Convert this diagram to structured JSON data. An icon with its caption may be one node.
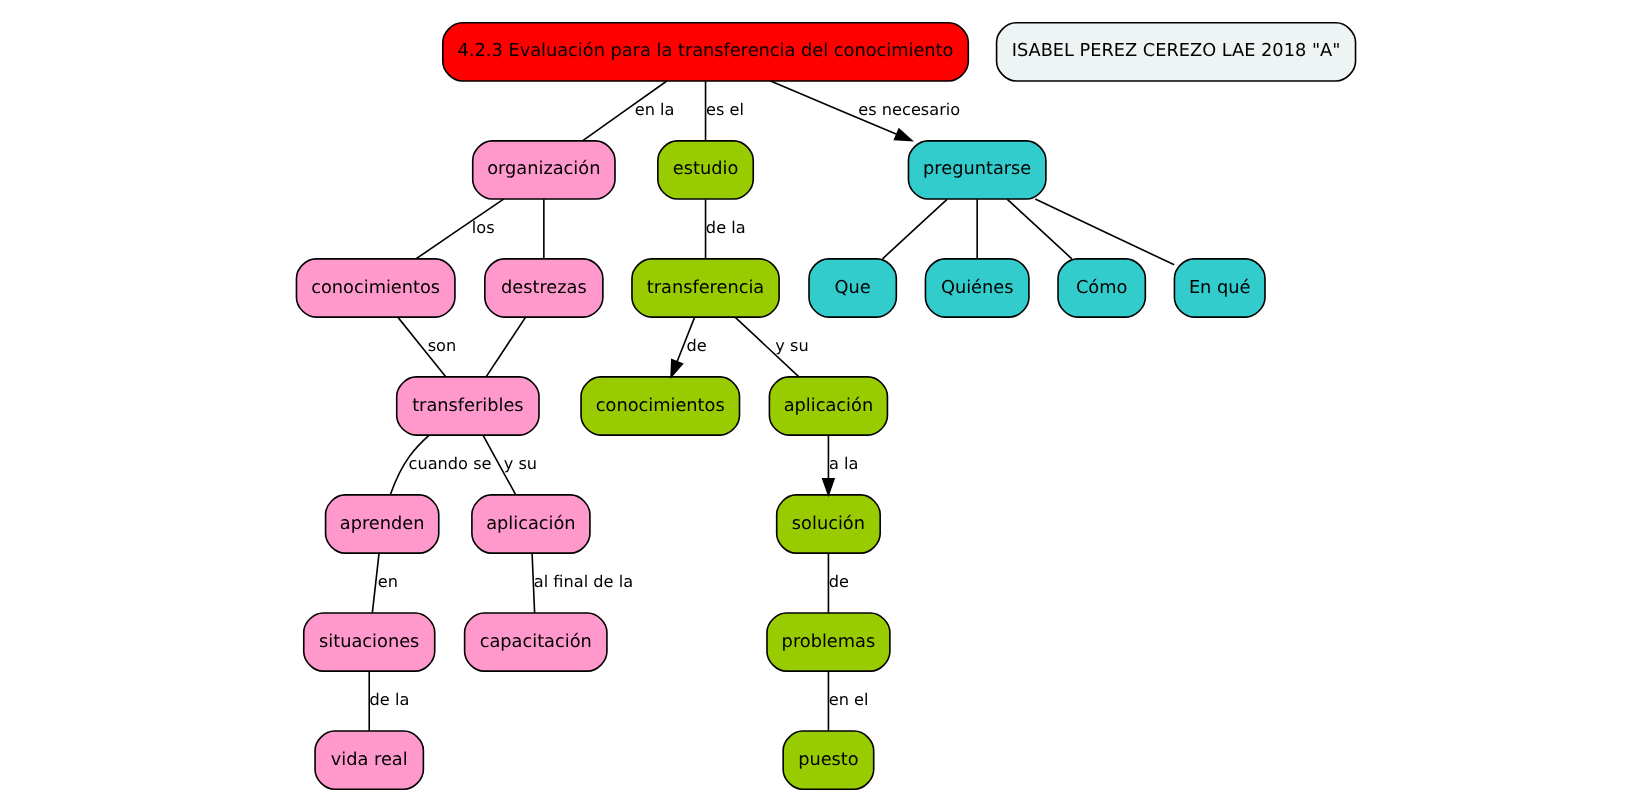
{
  "diagram": {
    "nodes": [
      {
        "text": [
          "4.2.3 Evaluación para la transferencia del conocimiento"
        ]
      },
      {
        "text": [
          "organización"
        ]
      },
      {
        "text": [
          "estudio"
        ]
      },
      {
        "text": [
          "preguntarse"
        ]
      },
      {
        "text": [
          "conocimientos"
        ]
      },
      {
        "text": [
          "destrezas"
        ]
      },
      {
        "text": [
          "transferencia"
        ]
      },
      {
        "text": [
          "conocimientos"
        ]
      },
      {
        "text": [
          "Que"
        ]
      },
      {
        "text": [
          "Quiénes"
        ]
      },
      {
        "text": [
          "Cómo"
        ]
      },
      {
        "text": [
          "En qué"
        ]
      },
      {
        "text": [
          "transferibles"
        ]
      },
      {
        "text": [
          "aplicación"
        ]
      },
      {
        "text": [
          "solución"
        ]
      },
      {
        "text": [
          "aprenden"
        ]
      },
      {
        "text": [
          "problemas"
        ]
      },
      {
        "text": [
          "situaciones"
        ]
      },
      {
        "text": [
          "aplicación"
        ]
      },
      {
        "text": [
          "puesto"
        ]
      },
      {
        "text": [
          "vida real"
        ]
      },
      {
        "text": [
          "capacitación"
        ]
      },
      {
        "text": [
          "ISABEL PEREZ CEREZO LAE 2018 \"A\""
        ]
      }
    ],
    "edges": [
      {
        "from": 0,
        "to": 1,
        "arrow": "none",
        "label": "en la"
      },
      {
        "from": 0,
        "to": 2,
        "arrow": "none",
        "label": "es el"
      },
      {
        "from": 0,
        "to": 3,
        "arrow": "to",
        "label": "es necesario"
      },
      {
        "from": 1,
        "to": 4,
        "arrow": "none",
        "label": "los"
      },
      {
        "from": 1,
        "to": 5,
        "arrow": "none"
      },
      {
        "from": 2,
        "to": 6,
        "arrow": "none",
        "label": "de la"
      },
      {
        "from": 3,
        "to": 8,
        "arrow": "none"
      },
      {
        "from": 3,
        "to": 9,
        "arrow": "none"
      },
      {
        "from": 3,
        "to": 10,
        "arrow": "none"
      },
      {
        "from": 3,
        "to": 11,
        "arrow": "none"
      },
      {
        "from": 6,
        "to": 7,
        "arrow": "to",
        "label": "de"
      },
      {
        "from": 6,
        "to": 13,
        "arrow": "none",
        "label": "y su"
      },
      {
        "from": 4,
        "to": 12,
        "arrow": "none",
        "label": "son"
      },
      {
        "from": 5,
        "to": 12,
        "arrow": "none"
      },
      {
        "from": 13,
        "to": 14,
        "arrow": "to",
        "label": "a la"
      },
      {
        "from": 14,
        "to": 16,
        "arrow": "none",
        "label": "de"
      },
      {
        "from": 16,
        "to": 19,
        "arrow": "none",
        "label": "en el"
      },
      {
        "from": 12,
        "to": 15,
        "arrow": "none",
        "label": "cuando se"
      },
      {
        "from": 12,
        "to": 18,
        "arrow": "none",
        "label": "y su"
      },
      {
        "from": 15,
        "to": 17,
        "arrow": "none",
        "label": "en"
      },
      {
        "from": 17,
        "to": 20,
        "arrow": "none",
        "label": "de la"
      },
      {
        "from": 18,
        "to": 21,
        "arrow": "none",
        "label": "al final de la"
      }
    ]
  }
}
